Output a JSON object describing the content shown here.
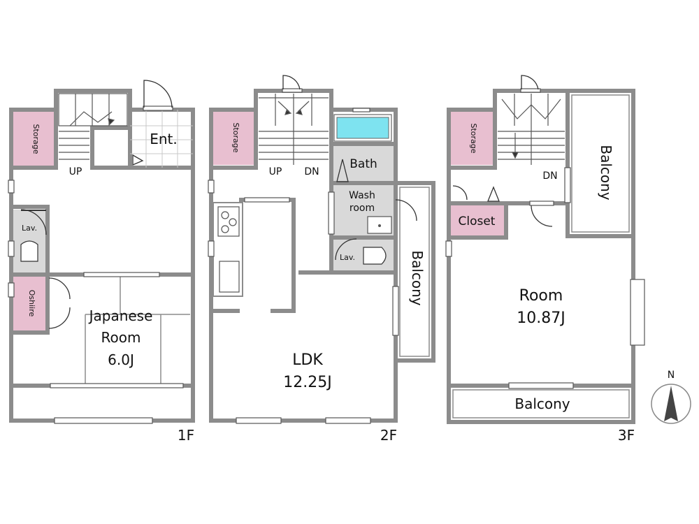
{
  "floors": {
    "f1": {
      "floor_label": "1F",
      "storage": "Storage",
      "up": "UP",
      "entrance": "Ent.",
      "lav": "Lav.",
      "oshiire": "Oshiire",
      "japanese_room_line1": "Japanese",
      "japanese_room_line2": "Room",
      "japanese_room_size": "6.0J"
    },
    "f2": {
      "floor_label": "2F",
      "storage": "Storage",
      "up": "UP",
      "dn": "DN",
      "bath": "Bath",
      "wash_line1": "Wash",
      "wash_line2": "room",
      "lav": "Lav.",
      "balcony": "Balcony",
      "ldk": "LDK",
      "ldk_size": "12.25J"
    },
    "f3": {
      "floor_label": "3F",
      "storage": "Storage",
      "dn": "DN",
      "closet": "Closet",
      "balcony_top": "Balcony",
      "room": "Room",
      "room_size": "10.87J",
      "balcony_bottom": "Balcony"
    }
  },
  "compass": {
    "north": "N"
  },
  "colors": {
    "wall": "#8c8c8c",
    "storage": "#e8bfd0",
    "wet_area": "#d9d9d9",
    "bathtub": "#7ee3f0"
  }
}
